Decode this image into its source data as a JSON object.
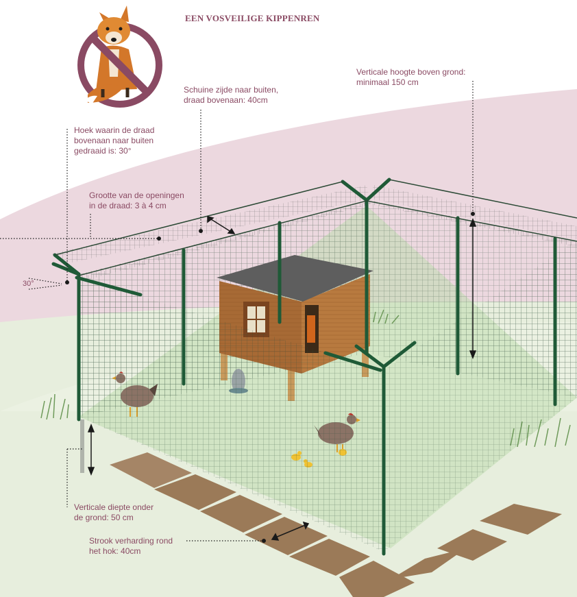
{
  "title": "EEN VOSVEILIGE KIPPENREN",
  "sign_icon": "no-fox-icon",
  "labels": {
    "vertical_height": "Verticale hoogte boven grond:\nminimaal 150 cm",
    "slanted_side": "Schuine zijde naar buiten,\ndraad bovenaan: 40cm",
    "bend_angle": "Hoek waarin de draad\nbovenaan naar buiten\ngedraaid is: 30°",
    "mesh_size": "Grootte van de openingen\nin de draad: 3 à 4 cm",
    "angle_value": "30°",
    "depth_below": "Verticale diepte onder\nde grond: 50 cm",
    "paving_strip": "Strook verharding rond\nhet hok: 40cm"
  },
  "colors": {
    "label_text": "#8a4a63",
    "fence_posts": "#1f5a37",
    "wire_mesh": "#2c4a36",
    "background_pink": "#ecd8df",
    "ground_green": "#dfe9d1",
    "coop_wood": "#a76a35",
    "coop_roof": "#5e5e5e",
    "paving": "#9b7a58"
  }
}
